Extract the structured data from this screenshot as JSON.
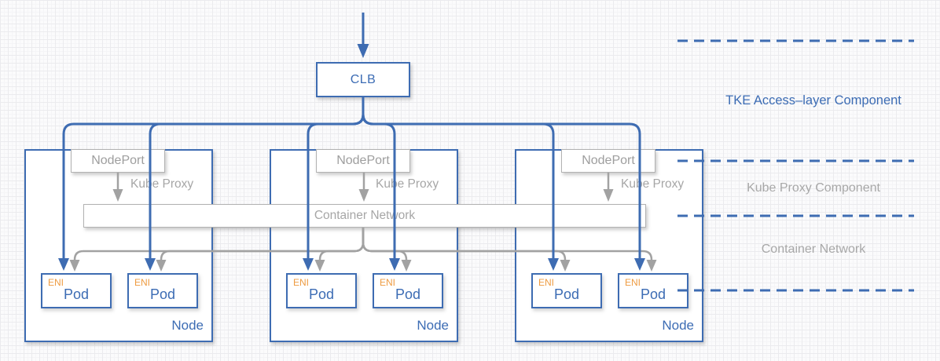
{
  "clb": {
    "label": "CLB"
  },
  "container_network_bar": {
    "label": "Container Network"
  },
  "nodes": [
    {
      "label": "Node",
      "nodeport_label": "NodePort",
      "kube_proxy_label": "Kube Proxy",
      "pods": [
        {
          "eni_label": "ENI",
          "pod_label": "Pod"
        },
        {
          "eni_label": "ENI",
          "pod_label": "Pod"
        }
      ]
    },
    {
      "label": "Node",
      "nodeport_label": "NodePort",
      "kube_proxy_label": "Kube Proxy",
      "pods": [
        {
          "eni_label": "ENI",
          "pod_label": "Pod"
        },
        {
          "eni_label": "ENI",
          "pod_label": "Pod"
        }
      ]
    },
    {
      "label": "Node",
      "nodeport_label": "NodePort",
      "kube_proxy_label": "Kube Proxy",
      "pods": [
        {
          "eni_label": "ENI",
          "pod_label": "Pod"
        },
        {
          "eni_label": "ENI",
          "pod_label": "Pod"
        }
      ]
    }
  ],
  "right_sections": [
    {
      "label": "TKE Access–layer Component",
      "emphasized": true
    },
    {
      "label": "Kube Proxy Component",
      "emphasized": false
    },
    {
      "label": "Container Network",
      "emphasized": false
    }
  ],
  "colors": {
    "primary_blue": "#3e6cb2",
    "connector_gray": "#a2a2a2",
    "eni_orange": "#ee9b41",
    "box_fill": "#ffffff",
    "gray_border": "#b2b2b2"
  }
}
